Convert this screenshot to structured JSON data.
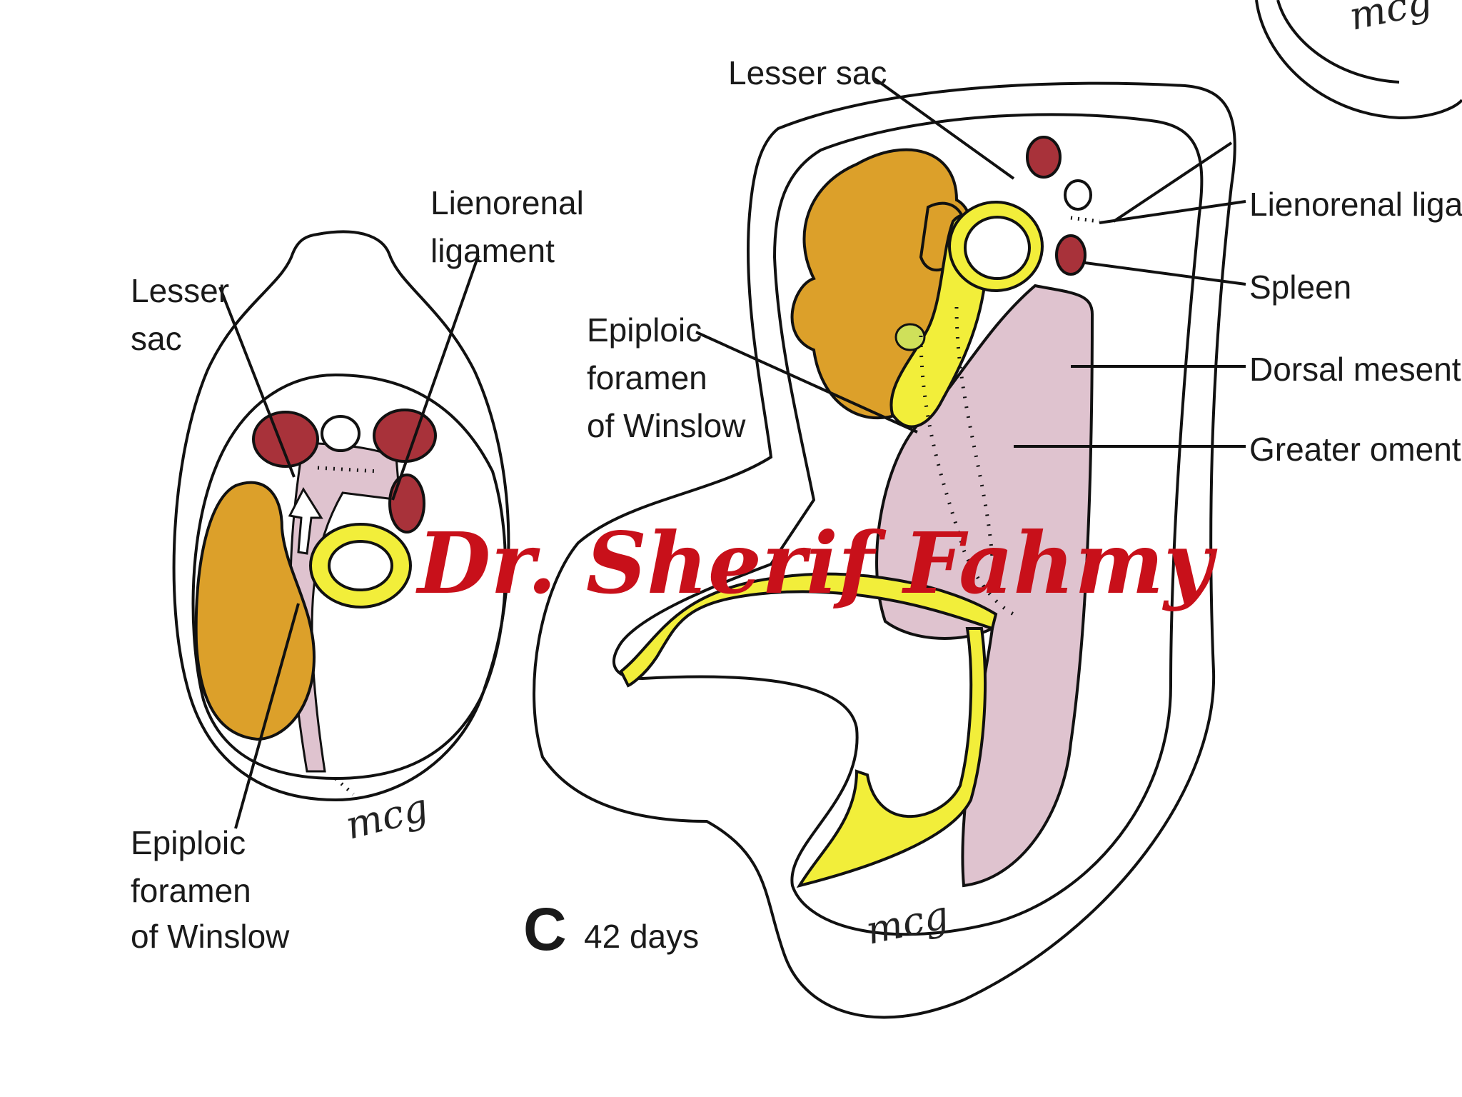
{
  "left_panel": {
    "lesser_sac": [
      "Lesser",
      "sac"
    ],
    "lienorenal": [
      "Lienorenal",
      "ligament"
    ],
    "epiploic": [
      "Epiploic",
      "foramen",
      "of Winslow"
    ],
    "signature": "mcg"
  },
  "right_panel": {
    "lesser_sac": "Lesser sac",
    "epiploic": [
      "Epiploic",
      "foramen",
      "of Winslow"
    ],
    "lienorenal": "Lienorenal ligam",
    "spleen": "Spleen",
    "dorsal_mesentery": "Dorsal mesenter",
    "greater_omentum": "Greater omentur",
    "signature": "mcg",
    "corner_signature": "mcg"
  },
  "caption": {
    "letter": "C",
    "age": "42 days"
  },
  "watermark": "Dr. Sherif Fahmy",
  "colors": {
    "liver": "#dca02a",
    "stomach_wall": "#f2ee3a",
    "spleen": "#a8323a",
    "mesentery": "#dfc3cf",
    "watermark": "#c8101a"
  }
}
